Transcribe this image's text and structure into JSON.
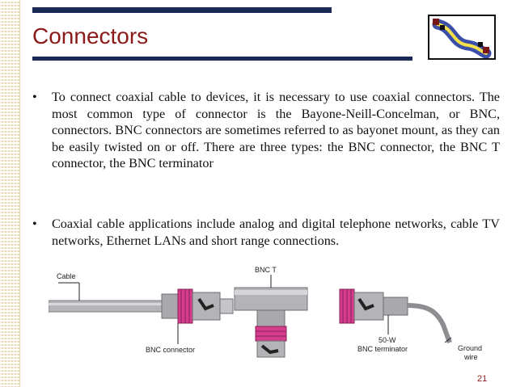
{
  "slide": {
    "title": "Connectors",
    "page_number": "21",
    "bullets": [
      {
        "marker": "•",
        "text": "To connect coaxial cable to devices, it is necessary to use coaxial connectors. The most common type of connector is the Bayone-Neill-Concelman, or BNC, connectors. BNC connectors are sometimes referred to as bayonet mount, as they can be easily twisted on or off. There are three types: the BNC connector, the BNC T connector, the BNC terminator"
      },
      {
        "marker": "•",
        "text": "Coaxial cable applications include analog and digital telephone networks, cable TV networks, Ethernet LANs and short range connections."
      }
    ]
  },
  "figure": {
    "labels": {
      "cable": "Cable",
      "bnc_connector": "BNC connector",
      "bnc_t": "BNC T",
      "terminator_line1": "50-W",
      "terminator_line2": "BNC terminator",
      "ground_line1": "Ground",
      "ground_line2": "wire"
    }
  },
  "colors": {
    "title": "#8b1a1a",
    "bars": "#1b2a55",
    "stripe": "#e6dcb2",
    "connector_pink": "#d63c8c",
    "metal": "#a9a9ad"
  },
  "icons": {
    "logo": "network-cable-icon"
  }
}
